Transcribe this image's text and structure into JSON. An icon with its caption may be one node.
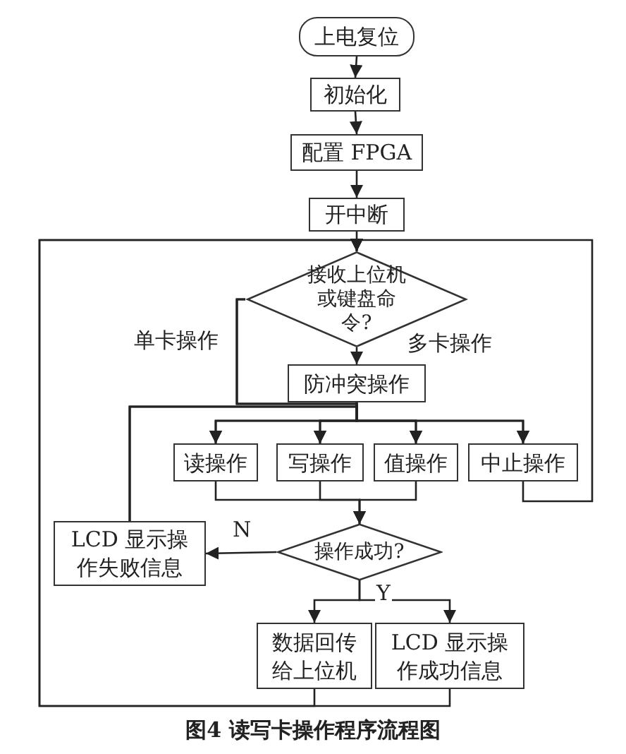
{
  "diagram": {
    "caption": "图4 读写卡操作程序流程图",
    "nodes": [
      {
        "text": [
          "上电复位"
        ]
      },
      {
        "text": [
          "初始化"
        ]
      },
      {
        "text": [
          "配置 FPGA"
        ]
      },
      {
        "text": [
          "开中断"
        ]
      },
      {
        "text": [
          "接收上位机或键盘命令?"
        ]
      },
      {
        "text": [
          "防冲突操作"
        ]
      },
      {
        "text": [
          "读操作"
        ]
      },
      {
        "text": [
          "写操作"
        ]
      },
      {
        "text": [
          "值操作"
        ]
      },
      {
        "text": [
          "中止操作"
        ]
      },
      {
        "text": [
          "操作成功?"
        ]
      },
      {
        "text": [
          "LCD 显示操作失败信息"
        ]
      },
      {
        "text": [
          "数据回传给上位机"
        ]
      },
      {
        "text": [
          "LCD 显示操作成功信息"
        ]
      }
    ],
    "edges": [
      {
        "from": 0,
        "to": 1,
        "arrow": "to"
      },
      {
        "from": 1,
        "to": 2,
        "arrow": "to"
      },
      {
        "from": 2,
        "to": 3,
        "arrow": "to"
      },
      {
        "from": 3,
        "to": 4,
        "arrow": "to"
      },
      {
        "from": 4,
        "to": 5,
        "arrow": "to",
        "label": "多卡操作"
      },
      {
        "from": 4,
        "to": 6,
        "arrow": "to",
        "label": "单卡操作"
      },
      {
        "from": 4,
        "to": 7,
        "arrow": "to"
      },
      {
        "from": 4,
        "to": 8,
        "arrow": "to"
      },
      {
        "from": 4,
        "to": 9,
        "arrow": "to"
      },
      {
        "from": 5,
        "to": 6,
        "arrow": "to"
      },
      {
        "from": 5,
        "to": 7,
        "arrow": "to"
      },
      {
        "from": 5,
        "to": 8,
        "arrow": "to"
      },
      {
        "from": 5,
        "to": 9,
        "arrow": "to"
      },
      {
        "from": 11,
        "to": 6,
        "arrow": "to"
      },
      {
        "from": 11,
        "to": 7,
        "arrow": "to"
      },
      {
        "from": 11,
        "to": 8,
        "arrow": "to"
      },
      {
        "from": 11,
        "to": 9,
        "arrow": "to"
      },
      {
        "from": 6,
        "to": 10,
        "arrow": "to"
      },
      {
        "from": 7,
        "to": 10,
        "arrow": "to"
      },
      {
        "from": 8,
        "to": 10,
        "arrow": "to"
      },
      {
        "from": 9,
        "to": 4,
        "arrow": "to"
      },
      {
        "from": 10,
        "to": 11,
        "arrow": "to",
        "label": "N"
      },
      {
        "from": 10,
        "to": 12,
        "arrow": "to",
        "label": "Y"
      },
      {
        "from": 10,
        "to": 13,
        "arrow": "to"
      },
      {
        "from": 12,
        "to": 4,
        "arrow": "to"
      },
      {
        "from": 13,
        "to": 4,
        "arrow": "to"
      }
    ]
  }
}
